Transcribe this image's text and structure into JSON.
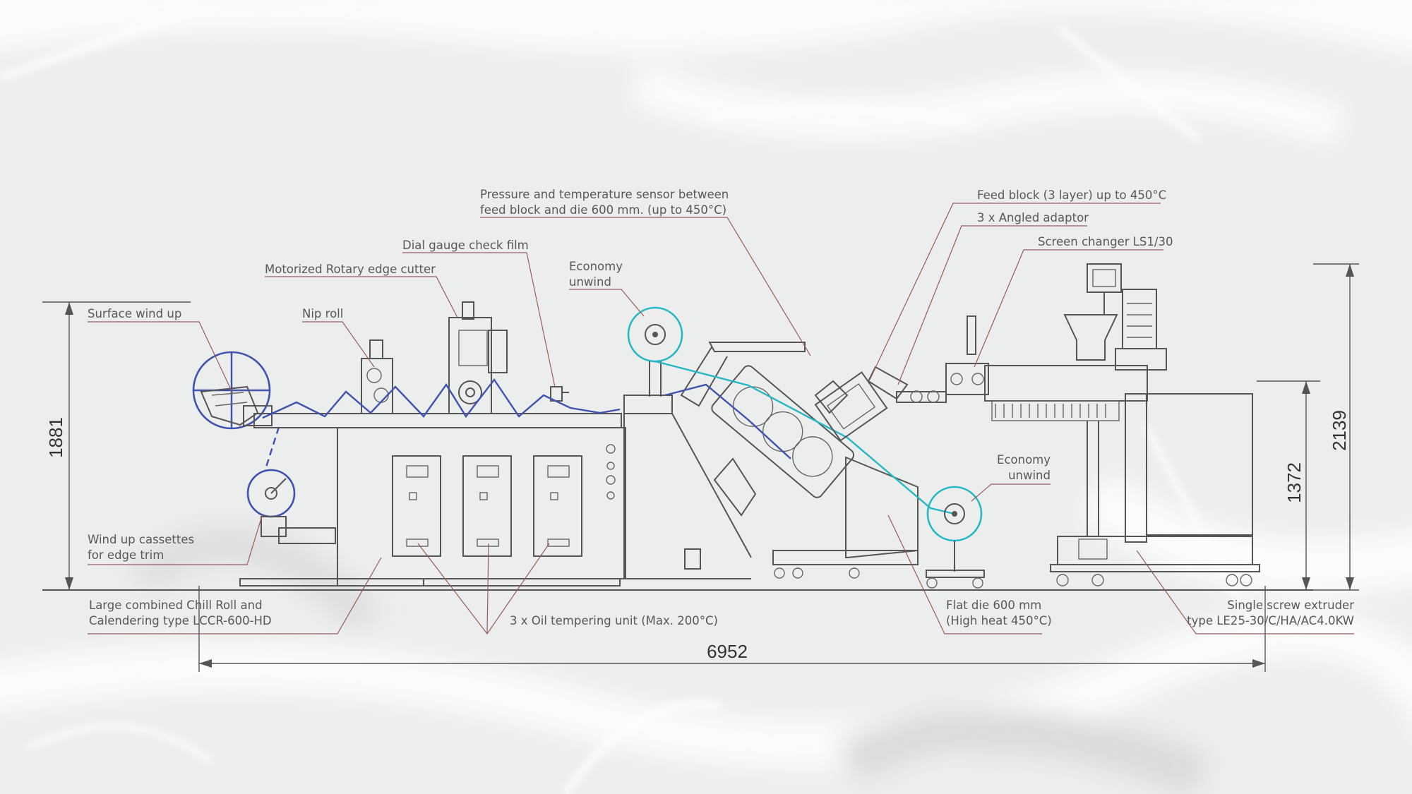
{
  "labels": {
    "surface_wind_up": "Surface wind up",
    "nip_roll": "Nip roll",
    "rotary_edge_cutter": "Motorized Rotary edge cutter",
    "dial_gauge": "Dial gauge check film",
    "pressure_sensor_line1": "Pressure and temperature sensor between",
    "pressure_sensor_line2": "feed block and die 600 mm. (up to 450°C)",
    "economy_unwind_top_line1": "Economy",
    "economy_unwind_top_line2": "unwind",
    "feed_block": "Feed block (3 layer) up to 450°C",
    "angled_adaptor": "3 x Angled adaptor",
    "screen_changer": "Screen changer LS1/30",
    "economy_unwind_right_line1": "Economy",
    "economy_unwind_right_line2": "unwind",
    "wind_up_cassettes_line1": "Wind up cassettes",
    "wind_up_cassettes_line2": "for edge trim",
    "chill_roll_line1": "Large combined Chill Roll and",
    "chill_roll_line2": "Calendering type LCCR-600-HD",
    "oil_tempering": "3 x Oil tempering unit (Max. 200°C)",
    "flat_die_line1": "Flat die 600 mm",
    "flat_die_line2": "(High heat 450°C)",
    "extruder_line1": "Single screw extruder",
    "extruder_line2": "type LE25-30/C/HA/AC4.0KW"
  },
  "dimensions": {
    "overall_length": "6952",
    "left_height": "1881",
    "right_height": "2139",
    "right_inner_height": "1372"
  },
  "colors": {
    "background": "#eceded",
    "machine_line": "#555555",
    "leader_line": "#9a5a5e",
    "film_web_blue": "#3f52b0",
    "film_web_cyan": "#25b7c6"
  }
}
